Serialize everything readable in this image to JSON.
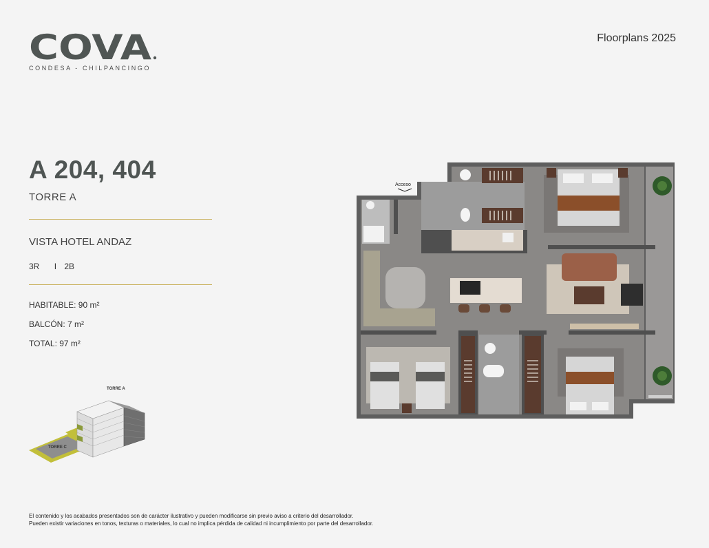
{
  "brand": {
    "name": "COVA",
    "subtitle": "CONDESA - CHILPANCINGO"
  },
  "header": {
    "title": "Floorplans 2025"
  },
  "unit": {
    "title": "A 204, 404",
    "tower": "TORRE A",
    "view": "VISTA HOTEL ANDAZ",
    "bedrooms": "3R",
    "separator": "I",
    "bathrooms": "2B"
  },
  "areas": {
    "habitable": "HABITABLE: 90 m²",
    "balcony": "BALCÓN: 7 m²",
    "total": "TOTAL: 97 m²"
  },
  "site_map": {
    "tower_a": "TORRE A",
    "tower_c": "TORRE C"
  },
  "floorplan": {
    "access_label": "Acceso"
  },
  "disclaimer": {
    "line1": "El contenido y los acabados presentados son de carácter ilustrativo y pueden modificarse sin previo aviso a criterio del desarrollador.",
    "line2": "Pueden existir variaciones en tonos, texturas o materiales, lo cual no implica pérdida de calidad ni incumplimiento por parte del desarrollador."
  },
  "colors": {
    "accent_gold": "#c8b05a",
    "logo_gray": "#505654",
    "site_green": "#c2bf3a"
  }
}
